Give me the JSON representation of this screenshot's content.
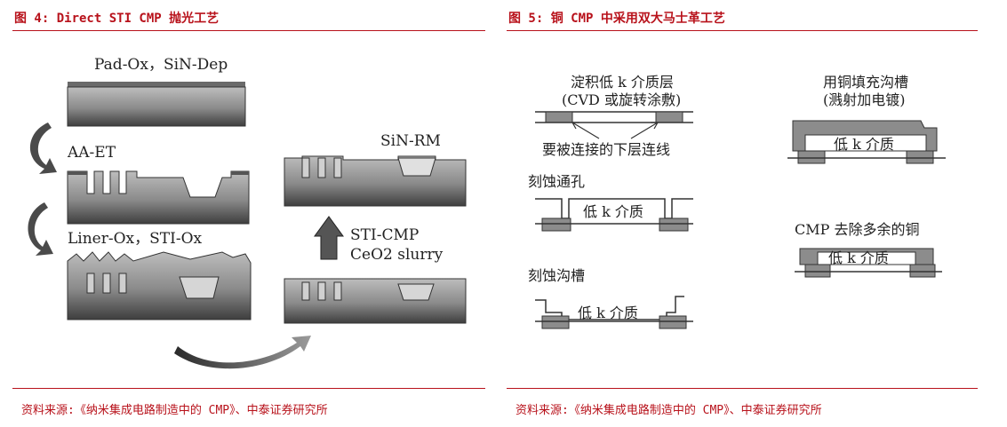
{
  "fig4": {
    "title": "图 4: Direct STI CMP 抛光工艺",
    "source": "资料来源:《纳米集成电路制造中的 CMP》、中泰证券研究所",
    "labels": {
      "pad": "Pad-Ox，SiN-Dep",
      "aaet": "AA-ET",
      "liner": "Liner-Ox，STI-Ox",
      "sinrm": "SiN-RM",
      "sticmp": "STI-CMP",
      "slurry": "CeO2 slurry"
    }
  },
  "fig5": {
    "title": "图 5: 铜 CMP 中采用双大马士革工艺",
    "source": "资料来源:《纳米集成电路制造中的 CMP》、中泰证券研究所",
    "labels": {
      "deposit_line1": "淀积低 k 介质层",
      "deposit_line2": "(CVD 或旋转涂敷)",
      "lower_lines": "要被连接的下层连线",
      "via_etch": "刻蚀通孔",
      "trench_etch": "刻蚀沟槽",
      "cu_fill_line1": "用铜填充沟槽",
      "cu_fill_line2": "(溅射加电镀)",
      "cmp_remove": "CMP 去除多余的铜",
      "low_k_1": "低 k 介质",
      "low_k_2": "低 k 介质",
      "low_k_3": "低 k 介质",
      "low_k_4": "低 k 介质"
    }
  }
}
